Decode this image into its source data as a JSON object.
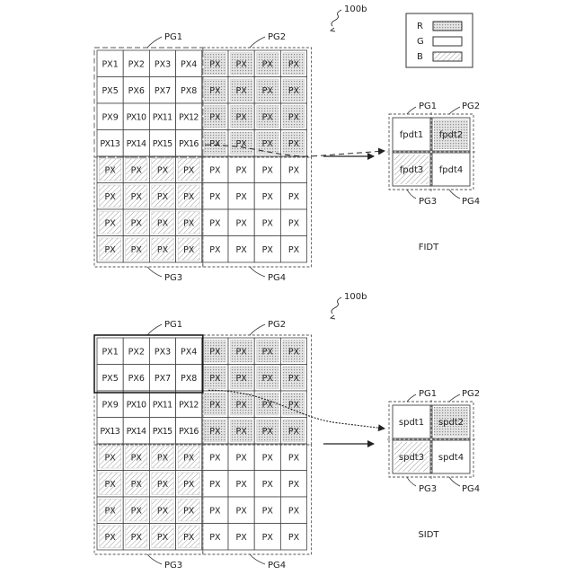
{
  "top": {
    "ref": "100b",
    "groups": [
      "PG1",
      "PG2",
      "PG3",
      "PG4"
    ],
    "pg1_cells": [
      "PX1",
      "PX2",
      "PX3",
      "PX4",
      "PX5",
      "PX6",
      "PX7",
      "PX8",
      "PX9",
      "PX10",
      "PX11",
      "PX12",
      "PX13",
      "PX14",
      "PX15",
      "PX16"
    ],
    "other_cell": "PX",
    "small": [
      "fpdt1",
      "fpdt2",
      "fpdt3",
      "fpdt4"
    ],
    "caption": "FIDT"
  },
  "bottom": {
    "ref": "100b",
    "groups": [
      "PG1",
      "PG2",
      "PG3",
      "PG4"
    ],
    "pg1_cells": [
      "PX1",
      "PX2",
      "PX3",
      "PX4",
      "PX5",
      "PX6",
      "PX7",
      "PX8",
      "PX9",
      "PX10",
      "PX11",
      "PX12",
      "PX13",
      "PX14",
      "PX15",
      "PX16"
    ],
    "other_cell": "PX",
    "small": [
      "spdt1",
      "spdt2",
      "spdt3",
      "spdt4"
    ],
    "caption": "SIDT"
  },
  "legend": {
    "items": [
      {
        "label": "R",
        "fill": "dots"
      },
      {
        "label": "G",
        "fill": "plain"
      },
      {
        "label": "B",
        "fill": "hatch"
      }
    ]
  }
}
